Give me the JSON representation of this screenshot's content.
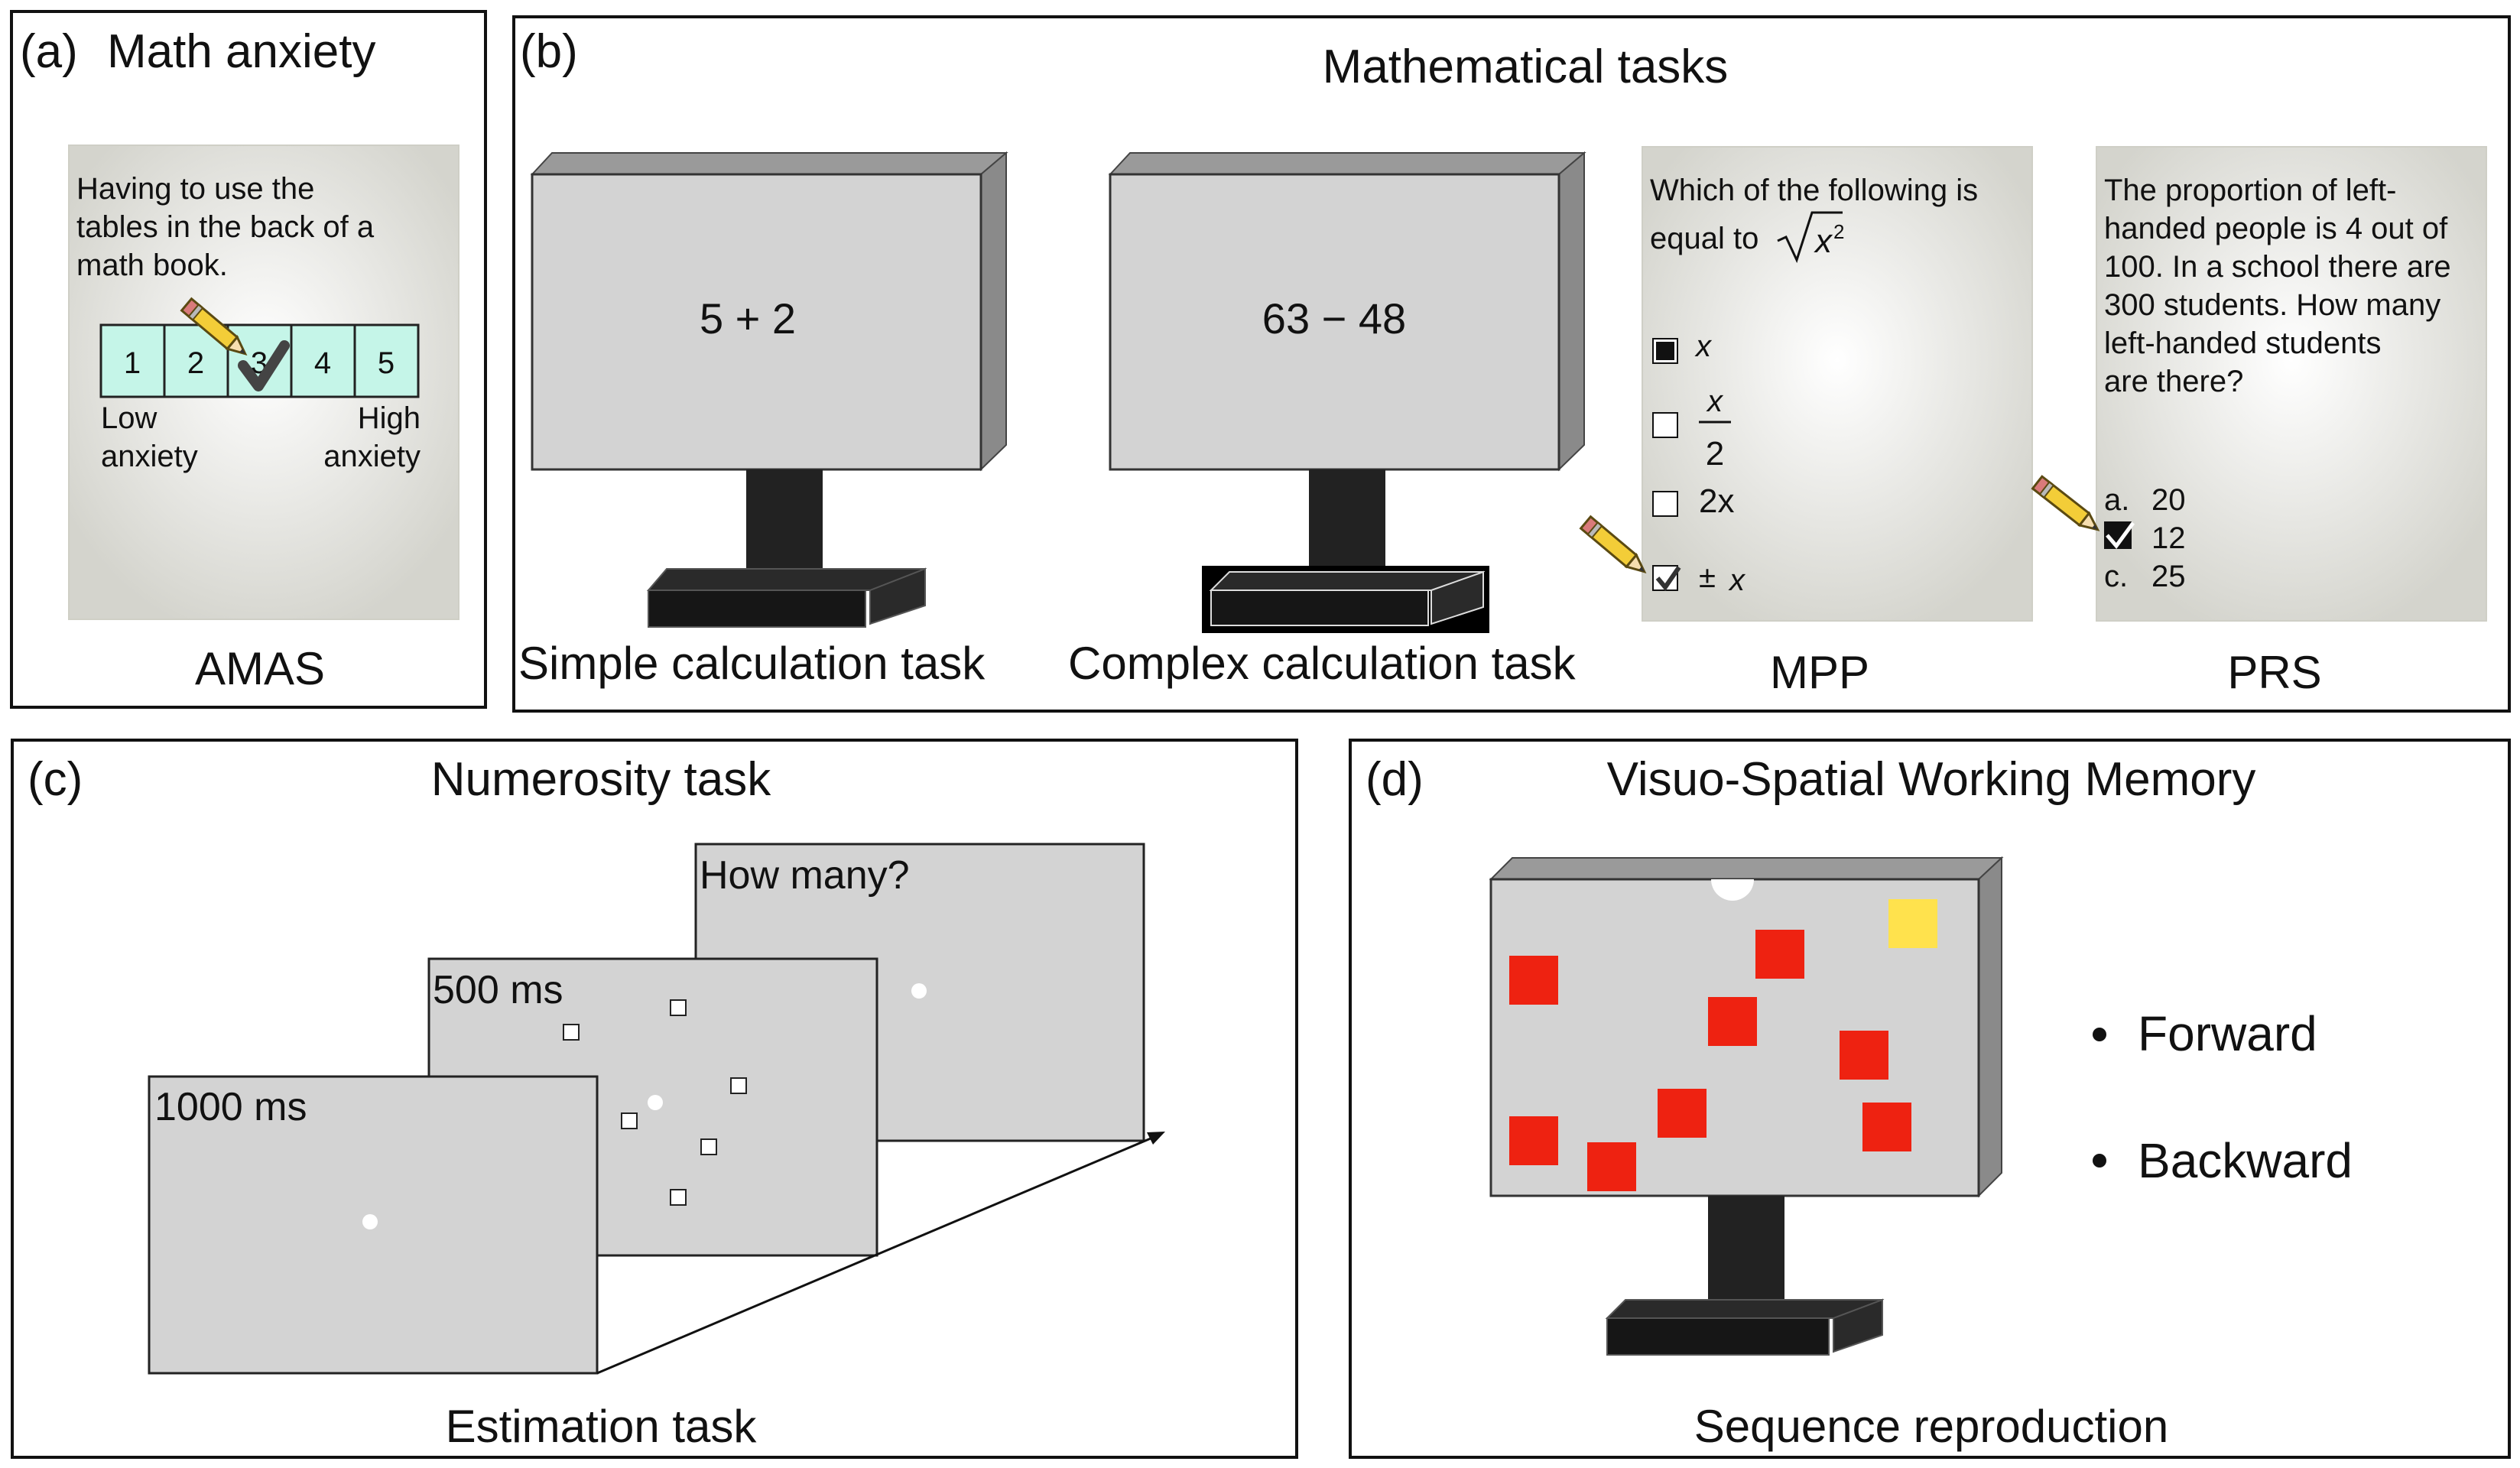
{
  "panel_a": {
    "label": "(a)",
    "title": "Math anxiety",
    "card_text": [
      "Having to use the",
      "tables in the back of a",
      "math book."
    ],
    "scale": [
      "1",
      "2",
      "3",
      "4",
      "5"
    ],
    "low_label": [
      "Low",
      "anxiety"
    ],
    "high_label": [
      "High",
      "anxiety"
    ],
    "caption": "AMAS"
  },
  "panel_b": {
    "label": "(b)",
    "title": "Mathematical tasks",
    "simple_expr": "5 + 2",
    "complex_expr": "63 − 48",
    "simple_caption": "Simple calculation task",
    "complex_caption": "Complex calculation task",
    "mpp": {
      "question": [
        "Which of the following is",
        "equal to"
      ],
      "sqrt_var": "x",
      "sqrt_exp": "2",
      "opt1": "x",
      "opt2_num": "x",
      "opt2_den": "2",
      "opt3": "2x",
      "opt4_sign": "±",
      "opt4_var": "x",
      "caption": "MPP"
    },
    "prs": {
      "question": [
        "The proportion of left-",
        "handed people is 4 out of",
        "100. In a school there are",
        "300 students. How many",
        "left-handed students",
        "are there?"
      ],
      "opt_a_letter": "a.",
      "opt_a_value": "20",
      "opt_b_value": "12",
      "opt_c_letter": "c.",
      "opt_c_value": "25",
      "caption": "PRS"
    }
  },
  "panel_c": {
    "label": "(c)",
    "title": "Numerosity task",
    "screen1": "1000 ms",
    "screen2": "500 ms",
    "screen3": "How many?",
    "caption": "Estimation task"
  },
  "panel_d": {
    "label": "(d)",
    "title": "Visuo-Spatial Working Memory",
    "bullets": [
      "Forward",
      "Backward"
    ],
    "caption": "Sequence reproduction",
    "colors": {
      "square": "#ee2211",
      "highlight": "#ffe24d"
    }
  }
}
